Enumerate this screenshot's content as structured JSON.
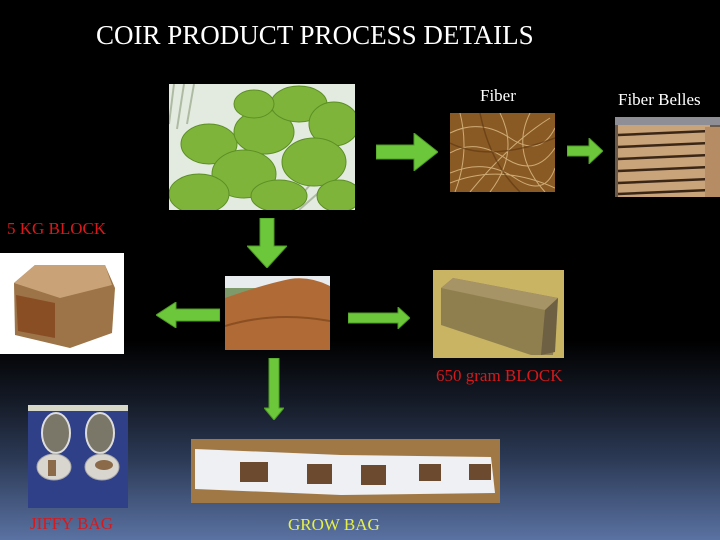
{
  "slide": {
    "title": "COIR PRODUCT PROCESS  DETAILS",
    "colors": {
      "arrow": "#6cc83a",
      "label_red": "#d8191b",
      "label_yellow": "#e6f04a",
      "label_white": "#ffffff",
      "bg_bottom": "#5a72a2"
    }
  },
  "nodes": {
    "coconut": {
      "label": "",
      "image": "green-coconuts-image"
    },
    "fiber": {
      "label": "Fiber",
      "image": "coir-fiber-image"
    },
    "fiber_belles": {
      "label": "Fiber Belles",
      "image": "fiber-bales-image"
    },
    "coir_pith": {
      "label": "",
      "image": "coir-pith-pile-image"
    },
    "block_5kg": {
      "label": "5 KG BLOCK",
      "image": "5kg-block-image"
    },
    "block_650g": {
      "label": "650 gram BLOCK",
      "image": "650g-block-image"
    },
    "jiffy_bag": {
      "label": "JIFFY BAG",
      "image": "jiffy-bag-image"
    },
    "grow_bag": {
      "label": "GROW BAG",
      "image": "grow-bag-image"
    }
  },
  "arrows": [
    {
      "from": "coconut",
      "to": "fiber",
      "direction": "right"
    },
    {
      "from": "fiber",
      "to": "fiber_belles",
      "direction": "right"
    },
    {
      "from": "coconut",
      "to": "coir_pith",
      "direction": "down"
    },
    {
      "from": "coir_pith",
      "to": "block_5kg",
      "direction": "left"
    },
    {
      "from": "coir_pith",
      "to": "block_650g",
      "direction": "right"
    },
    {
      "from": "coir_pith",
      "to": "grow_bag",
      "direction": "down"
    }
  ]
}
